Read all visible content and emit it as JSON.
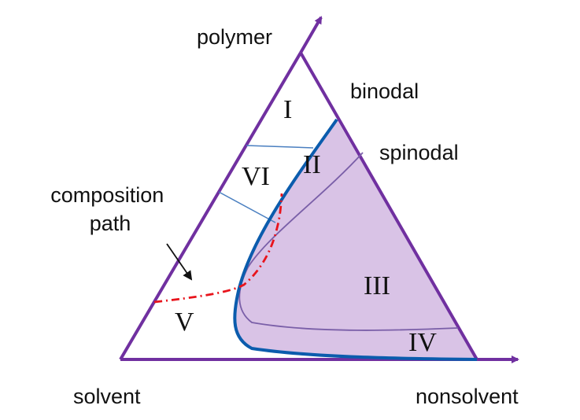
{
  "colors": {
    "triangle": "#7030a0",
    "binodal": "#0b5cad",
    "spinodal": "#7a5fa8",
    "region_fill": "#d9c3e6",
    "tie_line": "#4a7fc0",
    "composition_path": "#e8141c",
    "arrow": "#111111"
  },
  "vertices": {
    "top": "polymer",
    "left": "solvent",
    "right": "nonsolvent"
  },
  "curves": {
    "binodal": "binodal",
    "spinodal": "spinodal",
    "composition_path": "composition\npath"
  },
  "regions": {
    "r1": "I",
    "r2": "II",
    "r3": "III",
    "r4": "IV",
    "r5": "V",
    "r6": "VI"
  }
}
